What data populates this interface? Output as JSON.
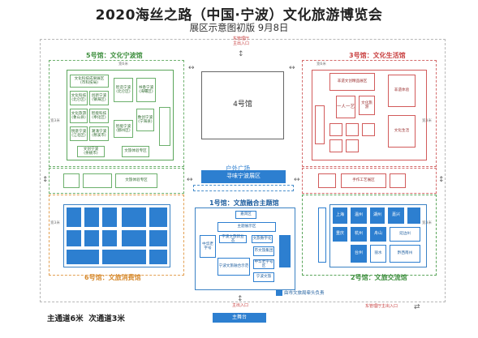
{
  "header": {
    "title": "2020海丝之路（中国·宁波）文化旅游博览会",
    "subtitle": "展区示意图初版 9月8日"
  },
  "entrances": {
    "north": "东管理厅\n主出入口",
    "south": "主出入口",
    "southeast": "东管理厅主出入口",
    "main_stage": "主舞台"
  },
  "halls": {
    "hall4": "4号馆",
    "hall5": "5号馆：文化宁波馆",
    "hall3": "3号馆：文化生活馆",
    "hall6": "6号馆：文旅消费馆",
    "hall2": "2号馆：文旅交流馆",
    "hall1": "1号馆：文旅融合主题馆",
    "outdoor": "户外广场",
    "outdoor_zone": "寻味宁波展区"
  },
  "hall5_cells": [
    "文化科技成果展区\n(市科技局)",
    "文化科技\n(北仑区)",
    "创新宁波\n(镇海区)",
    "智造宁波\n(北仑区)",
    "书香宁波\n(海曙区)",
    "文化旅游\n(象山县)",
    "智能科技\n(奉化区)",
    "智能宁波\n(鄞州区)",
    "数创宁波\n(宁海县)",
    "锐意宁波\n(江北区)",
    "潮涌宁波\n(慈溪市)",
    "文创宁波\n(余姚市)",
    "文旅体验专区"
  ],
  "hall3_cells": [
    "非遗文创精品展区",
    "一人一艺",
    "文化旅游",
    "非遗体验",
    "文化生活",
    "手作工艺展区"
  ],
  "hall1_cells": [
    "嘉宾区",
    "主题展示区",
    "中华老字号",
    "宁波文旅新业态",
    "文旅数字化",
    "宁波文旅融合示范",
    "市文旅集团",
    "中华老字号区",
    "宁波文旅"
  ],
  "hall2_cells": [
    "上海",
    "重庆",
    "杭州",
    "温州",
    "湖州",
    "嘉兴",
    "台州",
    "延边州",
    "黔西南州",
    "丽水",
    "舟山"
  ],
  "legend": {
    "corridors": "主通道6米  次通道3米",
    "city_box": "由市文旅局牵头负责"
  },
  "labels": {
    "w": "宽6米",
    "n": "宽3米"
  }
}
